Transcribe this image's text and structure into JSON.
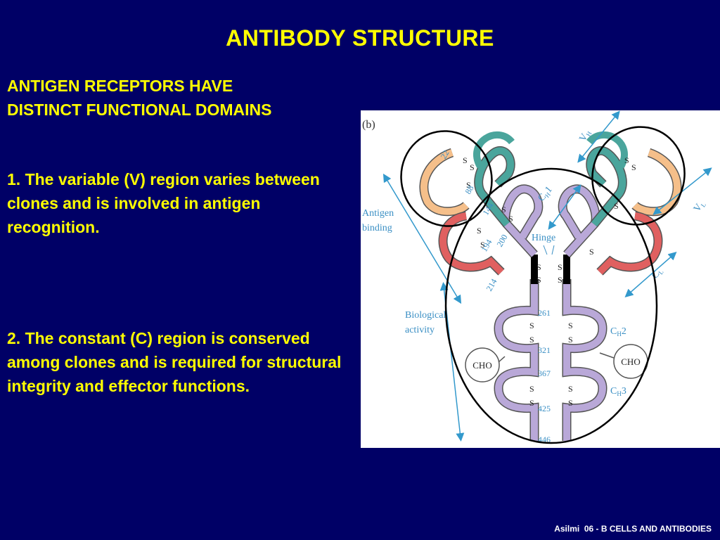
{
  "slide": {
    "title": "ANTIBODY STRUCTURE",
    "subtitle_lines": [
      "ANTIGEN RECEPTORS HAVE",
      "DISTINCT FUNCTIONAL DOMAINS"
    ],
    "points": [
      "1. The variable (V) region varies between clones and is involved in antigen recognition.",
      "2. The constant (C) region is conserved among clones and is required for structural integrity and effector functions."
    ],
    "footer": "Asilmi  06 - B CELLS AND ANTIBODIES"
  },
  "figure": {
    "panel_label": "(b)",
    "labels": {
      "antigen_binding_1": "Antigen",
      "antigen_binding_2": "binding",
      "biological_1": "Biological",
      "biological_2": "activity",
      "hinge": "Hinge",
      "ch1": "C",
      "ch1_sub": "H",
      "ch1_num": "1",
      "ch2": "C",
      "ch2_sub": "H",
      "ch2_num": "2",
      "ch3": "C",
      "ch3_sub": "H",
      "ch3_num": "3",
      "vh": "V",
      "vh_sub": "H",
      "vl": "V",
      "vl_sub": "L",
      "cl": "C",
      "cl_sub": "L",
      "cho_left": "CHO",
      "cho_right": "CHO",
      "ss": "S",
      "residues": [
        "22",
        "88",
        "144",
        "194",
        "200",
        "214",
        "261",
        "321",
        "367",
        "425",
        "446"
      ]
    },
    "colors": {
      "heavy_constant": "#b9a8d8",
      "heavy_variable": "#4aa59c",
      "light_variable": "#f5bf8a",
      "light_constant": "#e06060",
      "hinge_bar": "#000000",
      "arrows": "#3399cc",
      "label_text": "#3a8fc4"
    }
  }
}
